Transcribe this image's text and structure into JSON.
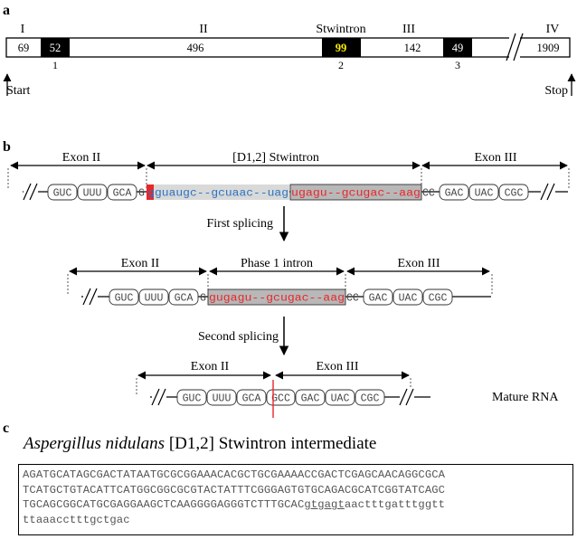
{
  "panels": {
    "a": {
      "label": "a",
      "region_labels": [
        "I",
        "II",
        "Stwintron",
        "III",
        "IV"
      ],
      "segments": [
        {
          "value": "69",
          "type": "exon"
        },
        {
          "value": "52",
          "type": "intron"
        },
        {
          "value": "496",
          "type": "exon"
        },
        {
          "value": "99",
          "type": "stwintron"
        },
        {
          "value": "142",
          "type": "exon"
        },
        {
          "value": "49",
          "type": "intron"
        },
        {
          "value": "1909",
          "type": "exon"
        }
      ],
      "intron_numbers": [
        "1",
        "2",
        "3"
      ],
      "start_label": "Start",
      "stop_label": "Stop"
    },
    "b": {
      "label": "b",
      "row1": {
        "exon_left": "Exon II",
        "middle": "[D1,2]  Stwintron",
        "exon_right": "Exon III",
        "codons_left": [
          "GUC",
          "UUU",
          "GCA"
        ],
        "g_left": "G",
        "g_box": "g",
        "blue_seq": "guaugc--gcuaac--uag",
        "red_seq": "ugagu--gcugac--aag",
        "cc": "CC",
        "codons_right": [
          "GAC",
          "UAC",
          "CGC"
        ]
      },
      "step1": "First splicing",
      "row2": {
        "exon_left": "Exon II",
        "middle": "Phase 1 intron",
        "exon_right": "Exon III",
        "codons_left": [
          "GUC",
          "UUU",
          "GCA"
        ],
        "g_left": "G",
        "red_seq": "gugagu--gcugac--aag",
        "cc": "CC",
        "codons_right": [
          "GAC",
          "UAC",
          "CGC"
        ]
      },
      "step2": "Second splicing",
      "row3": {
        "exon_left": "Exon II",
        "exon_right": "Exon III",
        "codons_left": [
          "GUC",
          "UUU",
          "GCA"
        ],
        "junction": "GCC",
        "codons_right": [
          "GAC",
          "UAC",
          "CGC"
        ],
        "caption": "Mature RNA"
      }
    },
    "c": {
      "label": "c",
      "title_species": "Aspergillus nidulans",
      "title_rest": " [D1,2] Stwintron intermediate",
      "seq_lines": [
        "AGATGCATAGCGACTATAATGCGCGGAAACACGCTGCGAAAACCGACTCGAGCAACAGGCGCA",
        "TCATGCTGTACATTCATGGCGGCGCGTACTATTTCGGGAGTGTGCAGACGCATCGGTATCAGC",
        "TGCAGCGGCATGCGAGGAAGCTCAAGGGGAGGGTCTTTGCAC"
      ],
      "seq_underlined": "gtgagt",
      "seq_line3_tail": "aactttgatttggtt",
      "seq_line4": "ttaaacctttgctgac"
    }
  },
  "colors": {
    "intron_fill": "#000000",
    "stwintron_number": "#ffee00",
    "blue_seq": "#2a74c0",
    "red_seq": "#e8262b",
    "shade": "#bdbdbd",
    "light_shade": "#d9d9d9",
    "cut_line": "#e8262b"
  }
}
